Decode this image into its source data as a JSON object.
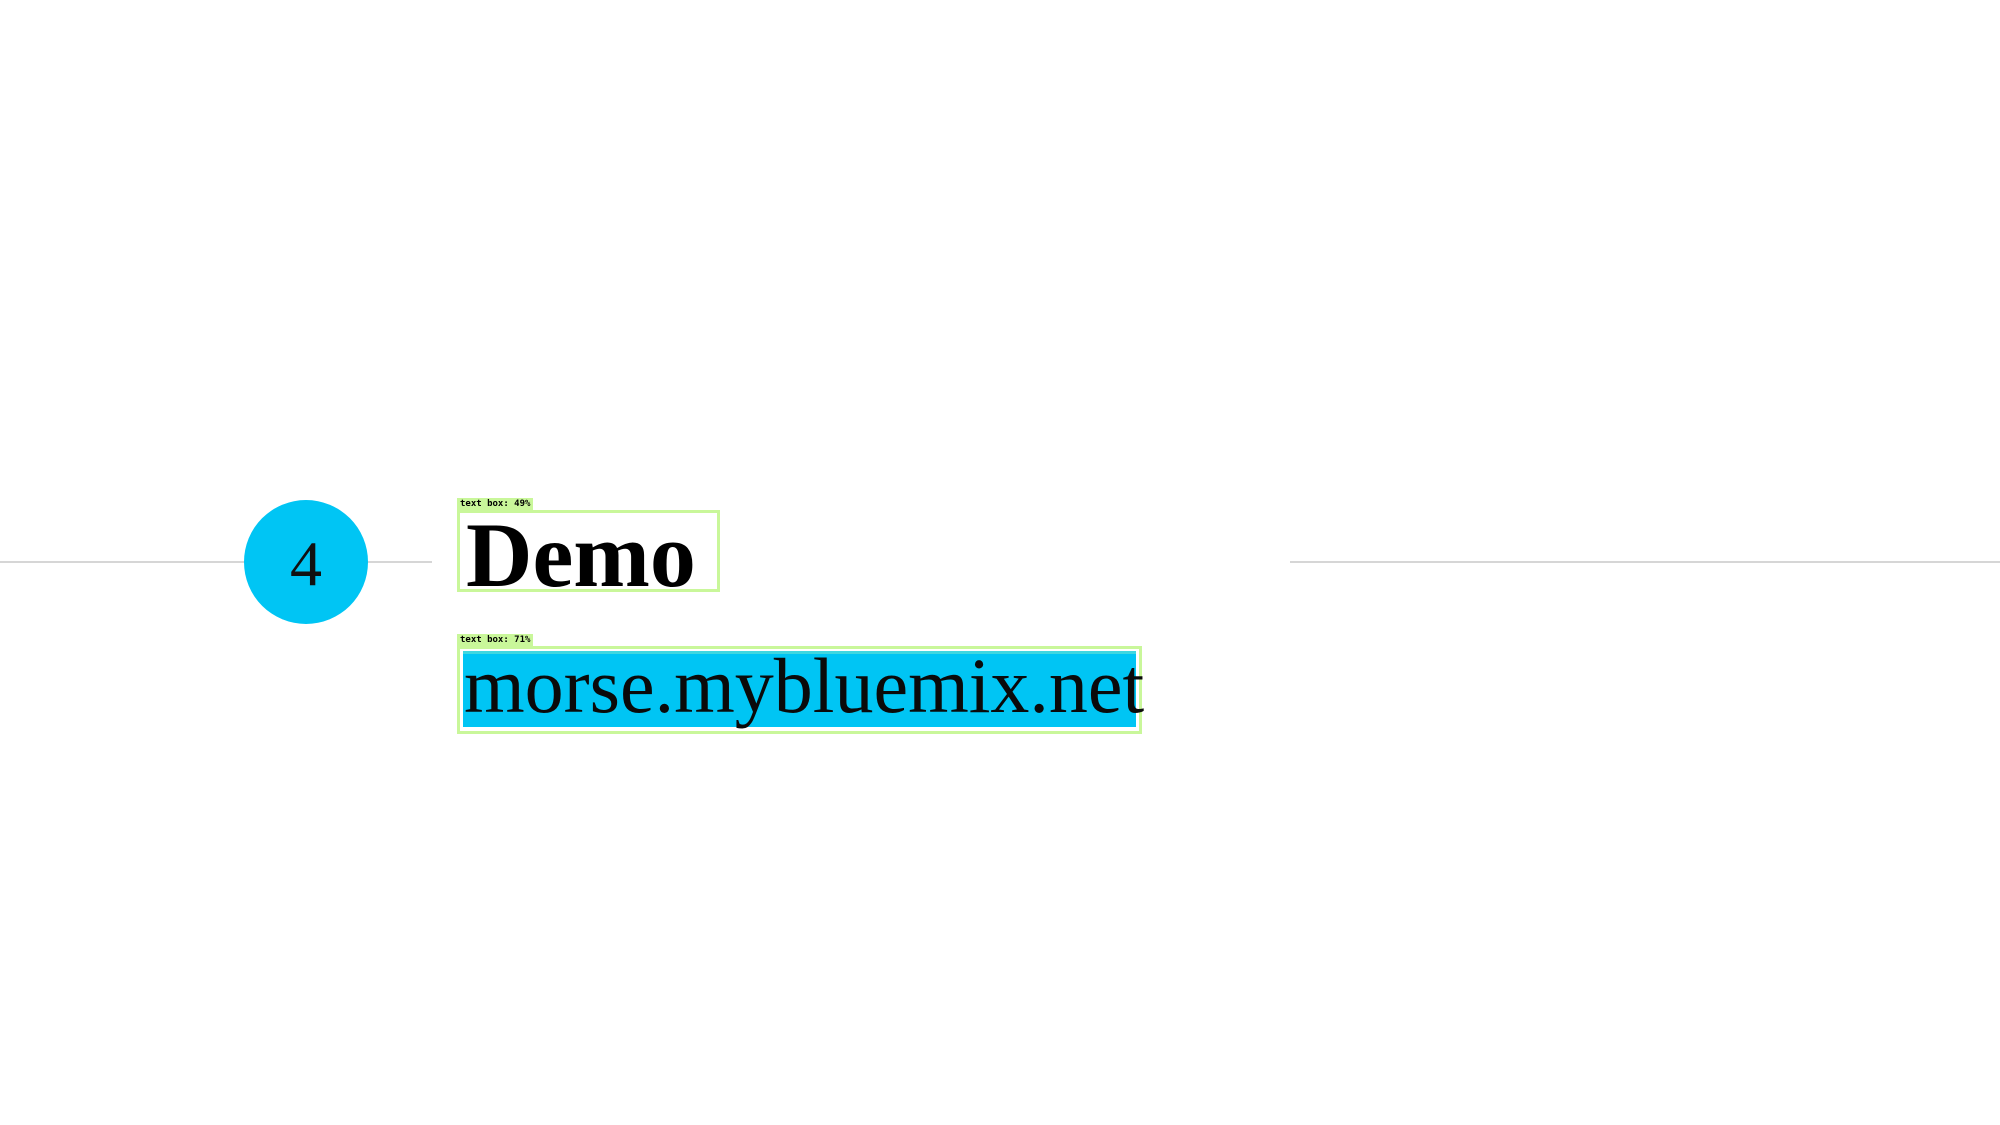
{
  "slide": {
    "section_number": "4",
    "title": "Demo",
    "url": "morse.mybluemix.net"
  },
  "detections": {
    "title_label": "text box: 49%",
    "url_label": "text box: 71%"
  },
  "colors": {
    "accent": "#00c5f4",
    "detection_box": "#c9f79a",
    "divider": "#d6d6d6",
    "background": "#ffffff"
  }
}
